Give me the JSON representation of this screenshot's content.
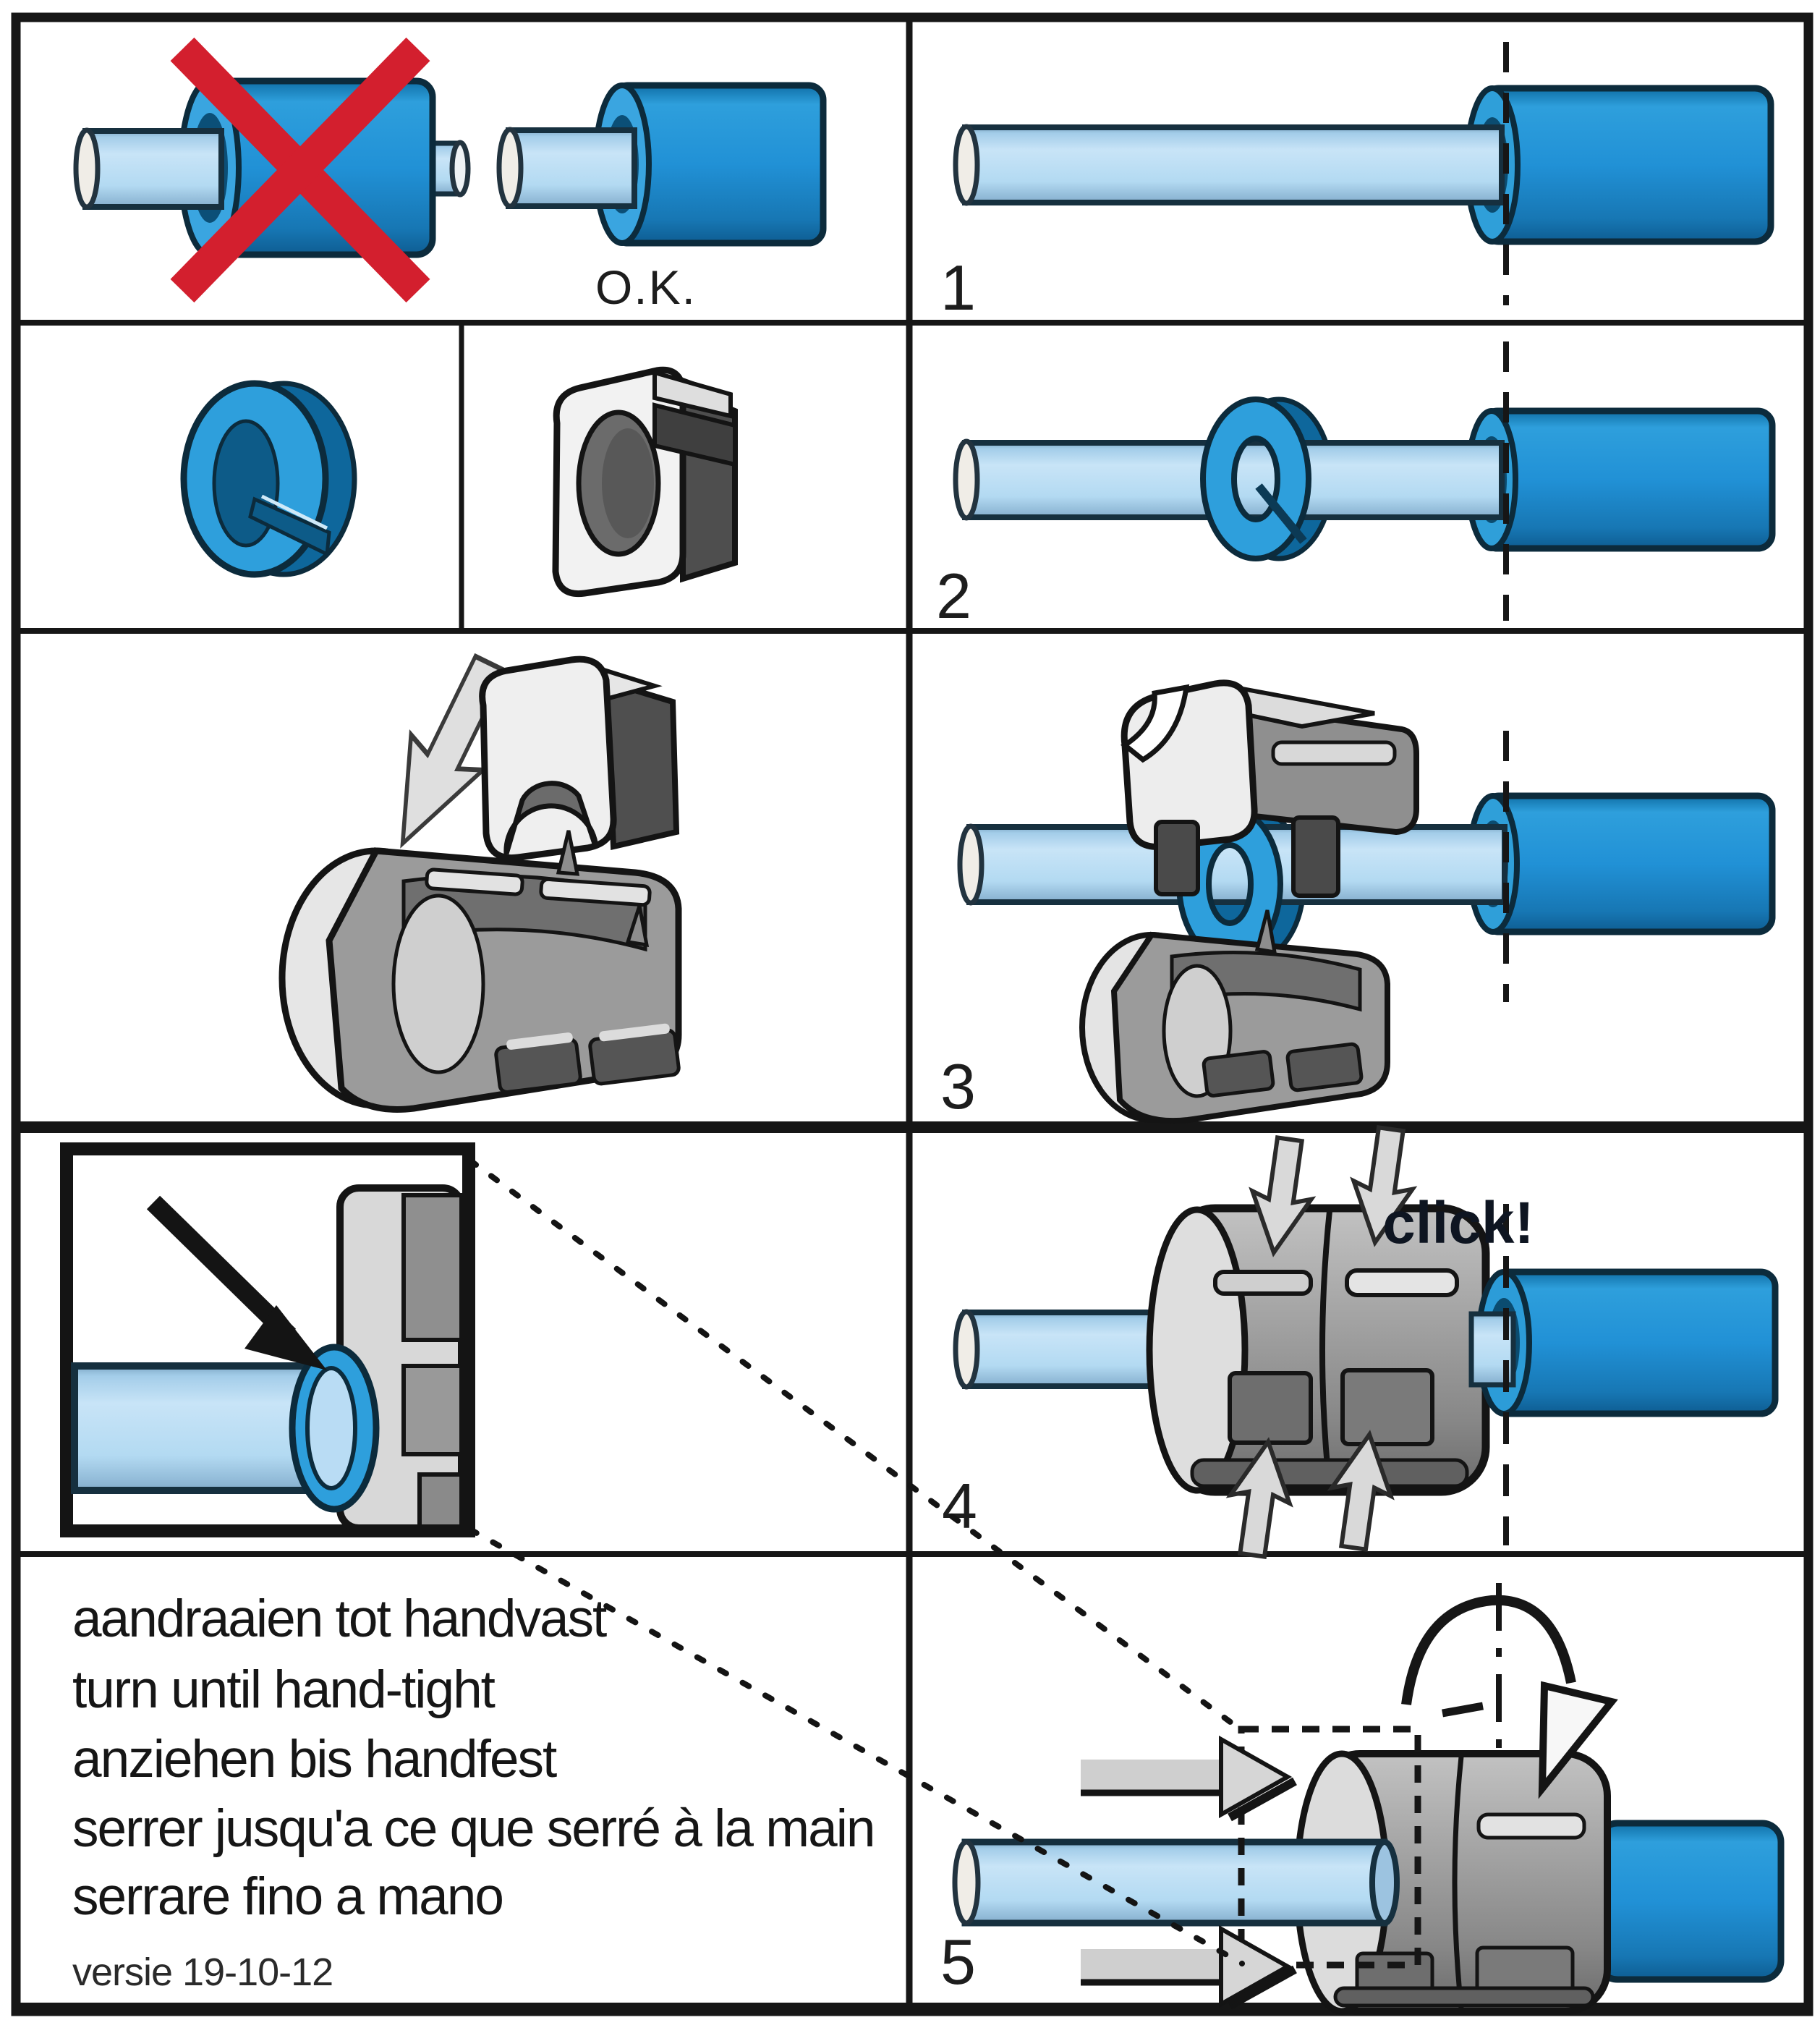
{
  "figure": {
    "title_semantic": "pipe coupling mounting instructions",
    "ok_label": "O.K.",
    "click_label": "click!",
    "steps": [
      {
        "number": "1"
      },
      {
        "number": "2"
      },
      {
        "number": "3"
      },
      {
        "number": "4"
      },
      {
        "number": "5"
      }
    ]
  },
  "instructions": {
    "lines": [
      "aandraaien tot handvast",
      "turn until hand-tight",
      "anziehen bis handfest",
      "serrer jusqu'a ce que serré à la main",
      "serrare fino a mano"
    ],
    "version": "versie 19-10-12"
  },
  "icons": {
    "wrong_marker": "red-cross-icon",
    "insert_direction": "down-arrow-icon",
    "press_markers": "block-arrow-icons",
    "rotate_marker": "rotation-arrow-icon",
    "push_markers": "right-arrow-icons",
    "detail_pointer": "black-arrow-icon"
  },
  "colors": {
    "pipe_light_blue": "#b7dcf3",
    "fitting_blue": "#2191d6",
    "cross_red": "#d31f2e",
    "metal_gray": "#9a9a9a",
    "metal_light": "#dedede",
    "line_black": "#161616"
  }
}
